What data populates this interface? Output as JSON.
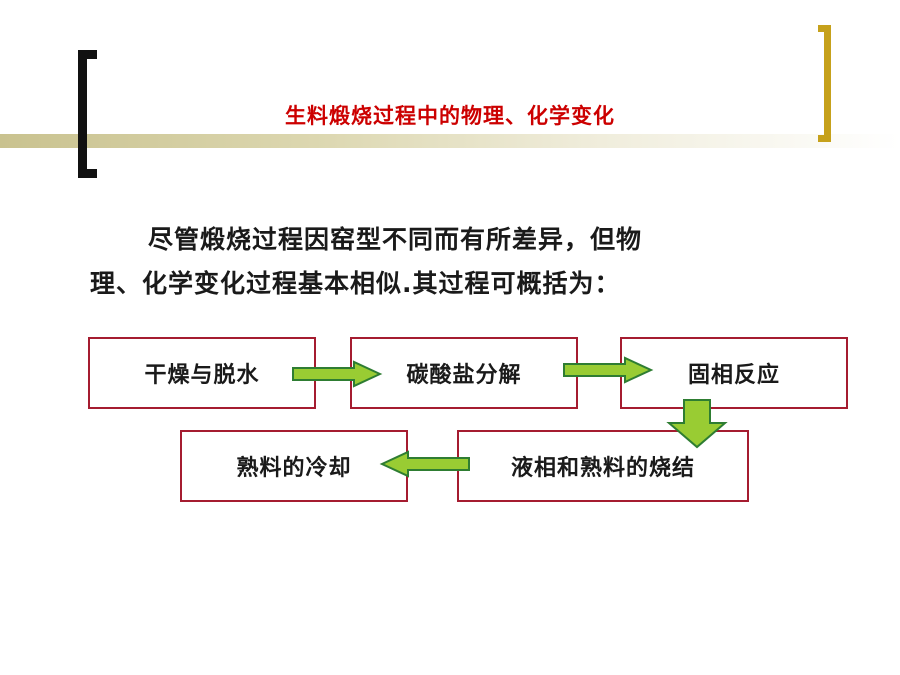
{
  "slide": {
    "title": "生料煅烧过程中的物理、化学变化",
    "paragraph": {
      "line1": "尽管煅烧过程因窑型不同而有所差异，但物",
      "line2": "理、化学变化过程基本相似.其过程可概括为："
    },
    "flow": {
      "steps": [
        "干燥与脱水",
        "碳酸盐分解",
        "固相反应",
        "液相和熟料的烧结",
        "熟料的冷却"
      ]
    }
  },
  "colors": {
    "title": "#cc0000",
    "box_border": "#a51c30",
    "arrow_fill": "#99cc33",
    "arrow_stroke": "#2e7d32",
    "right_bracket": "#c6a11b",
    "left_bracket": "#111111",
    "band": "#c9c28f"
  },
  "icons": {
    "left_bracket": "left-bracket-decoration",
    "right_bracket": "right-bracket-decoration",
    "arrows": "flow-arrow-icon"
  }
}
